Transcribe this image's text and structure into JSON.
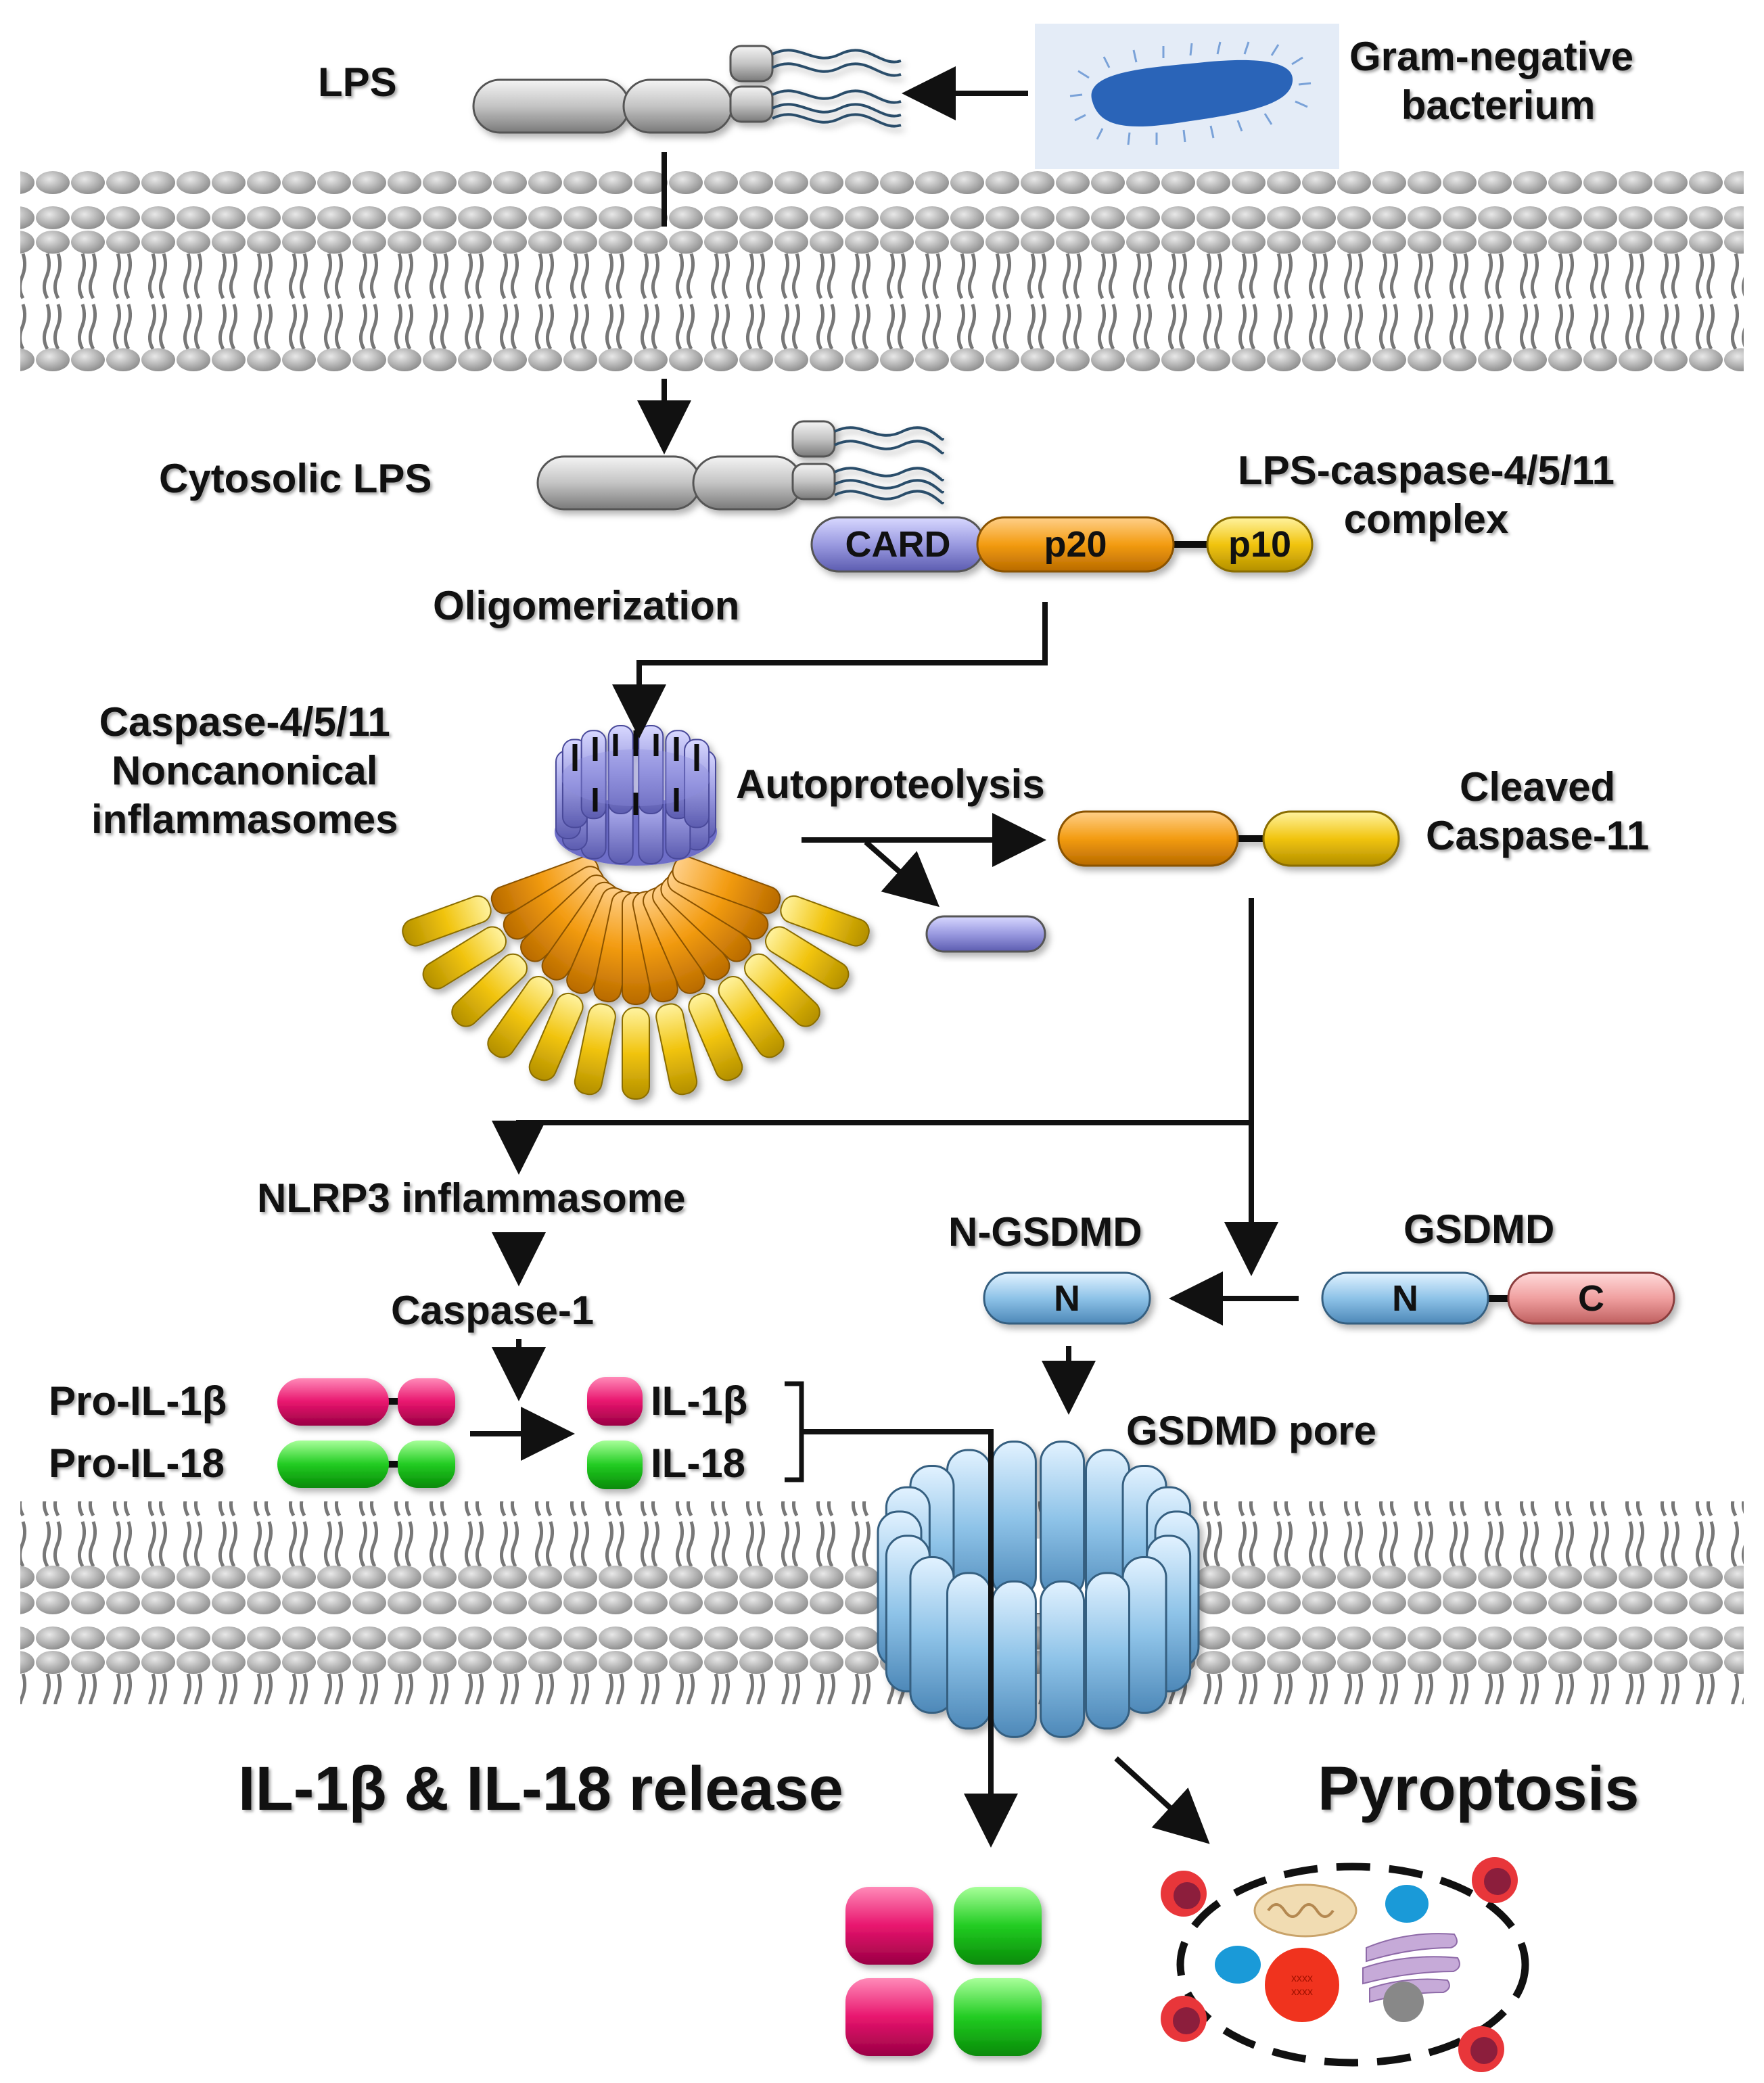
{
  "labels": {
    "lps": "LPS",
    "bacterium": [
      "Gram-negative",
      "bacterium"
    ],
    "cytosolic_lps": "Cytosolic LPS",
    "complex": [
      "LPS-caspase-4/5/11",
      "complex"
    ],
    "oligomerization": "Oligomerization",
    "noncanonical": [
      "Caspase-4/5/11",
      "Noncanonical",
      "inflammasomes"
    ],
    "autoproteolysis": "Autoproteolysis",
    "cleaved": [
      "Cleaved",
      "Caspase-11"
    ],
    "nlrp3": "NLRP3 inflammasome",
    "caspase1": "Caspase-1",
    "n_gsdmd": "N-GSDMD",
    "gsdmd": "GSDMD",
    "pro_il1b": "Pro-IL-1β",
    "pro_il18": "Pro-IL-18",
    "il1b": "IL-1β",
    "il18": "IL-18",
    "gsdmd_pore": "GSDMD pore",
    "release": "IL-1β & IL-18 release",
    "pyroptosis": "Pyroptosis"
  },
  "domains": {
    "card": "CARD",
    "p20": "p20",
    "p10": "p10",
    "n": "N",
    "c": "C"
  },
  "colors": {
    "card": "#9a9ae0",
    "p20": "#f39c12",
    "p10": "#f1c40f",
    "gsdmd_n": "#8ec3e8",
    "gsdmd_c": "#f0a0a0",
    "il1b": "#e8156e",
    "il18": "#22cc22",
    "lps": "#c8c8c8",
    "membrane": "#aaaaaa",
    "bacterium": "#2a64b8"
  }
}
